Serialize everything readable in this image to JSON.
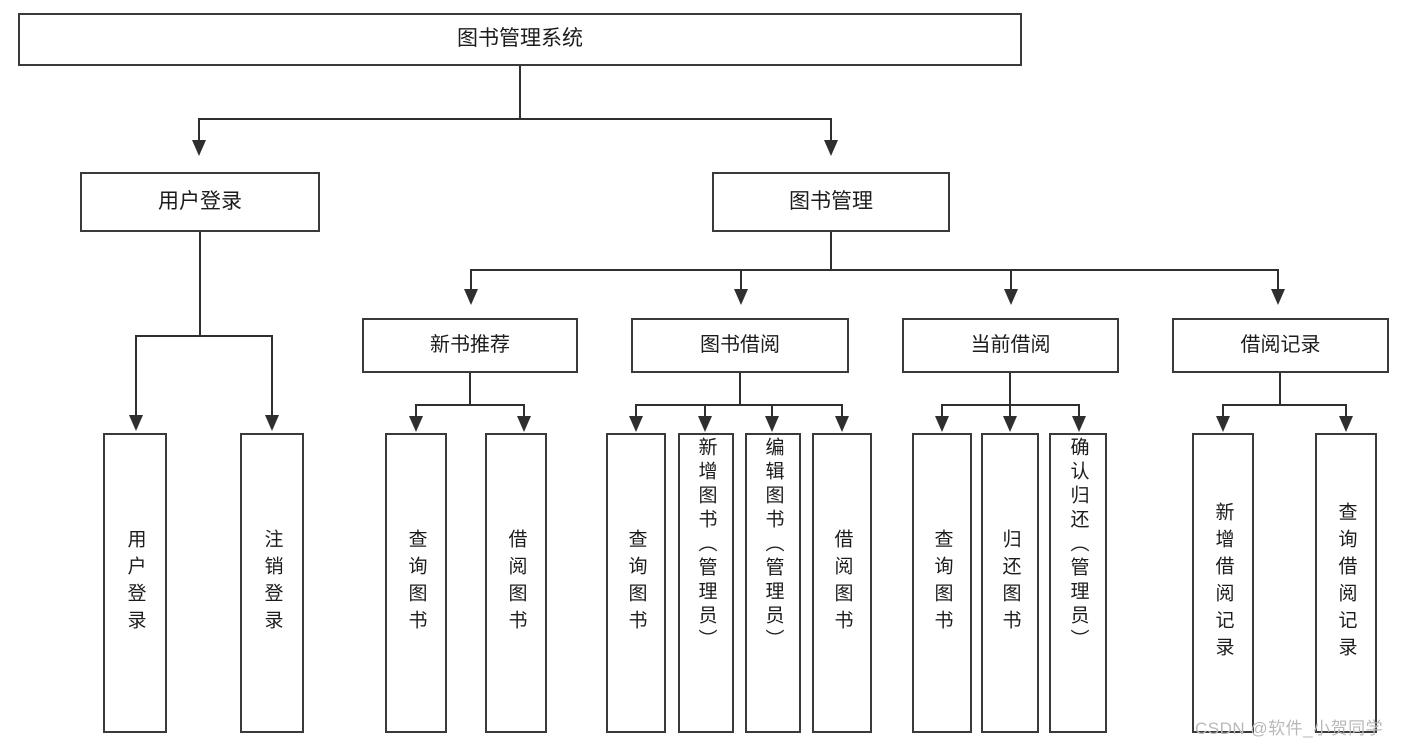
{
  "diagram": {
    "type": "tree",
    "title": "图书管理系统",
    "orientation": "top-down",
    "watermark": "CSDN @软件_小贺同学"
  },
  "nodes": {
    "root": {
      "label": "图书管理系统"
    },
    "level2": [
      {
        "label": "用户登录"
      },
      {
        "label": "图书管理"
      }
    ],
    "level3": [
      {
        "label": "新书推荐"
      },
      {
        "label": "图书借阅"
      },
      {
        "label": "当前借阅"
      },
      {
        "label": "借阅记录"
      }
    ],
    "leaves": {
      "user_login": [
        {
          "label": "用户登录"
        },
        {
          "label": "注销登录"
        }
      ],
      "new_book_recommend": [
        {
          "label": "查询图书"
        },
        {
          "label": "借阅图书"
        }
      ],
      "book_borrow": [
        {
          "label": "查询图书"
        },
        {
          "label": "新增图书（管理员）"
        },
        {
          "label": "编辑图书（管理员）"
        },
        {
          "label": "借阅图书"
        }
      ],
      "current_borrow": [
        {
          "label": "查询图书"
        },
        {
          "label": "归还图书"
        },
        {
          "label": "确认归还（管理员）"
        }
      ],
      "borrow_record": [
        {
          "label": "新增借阅记录"
        },
        {
          "label": "查询借阅记录"
        }
      ]
    }
  },
  "colors": {
    "box_border": "#3a3a3a",
    "line": "#2f2f2f",
    "background": "#ffffff",
    "text": "#1c1c1c",
    "watermark": "#b9b9b9"
  }
}
